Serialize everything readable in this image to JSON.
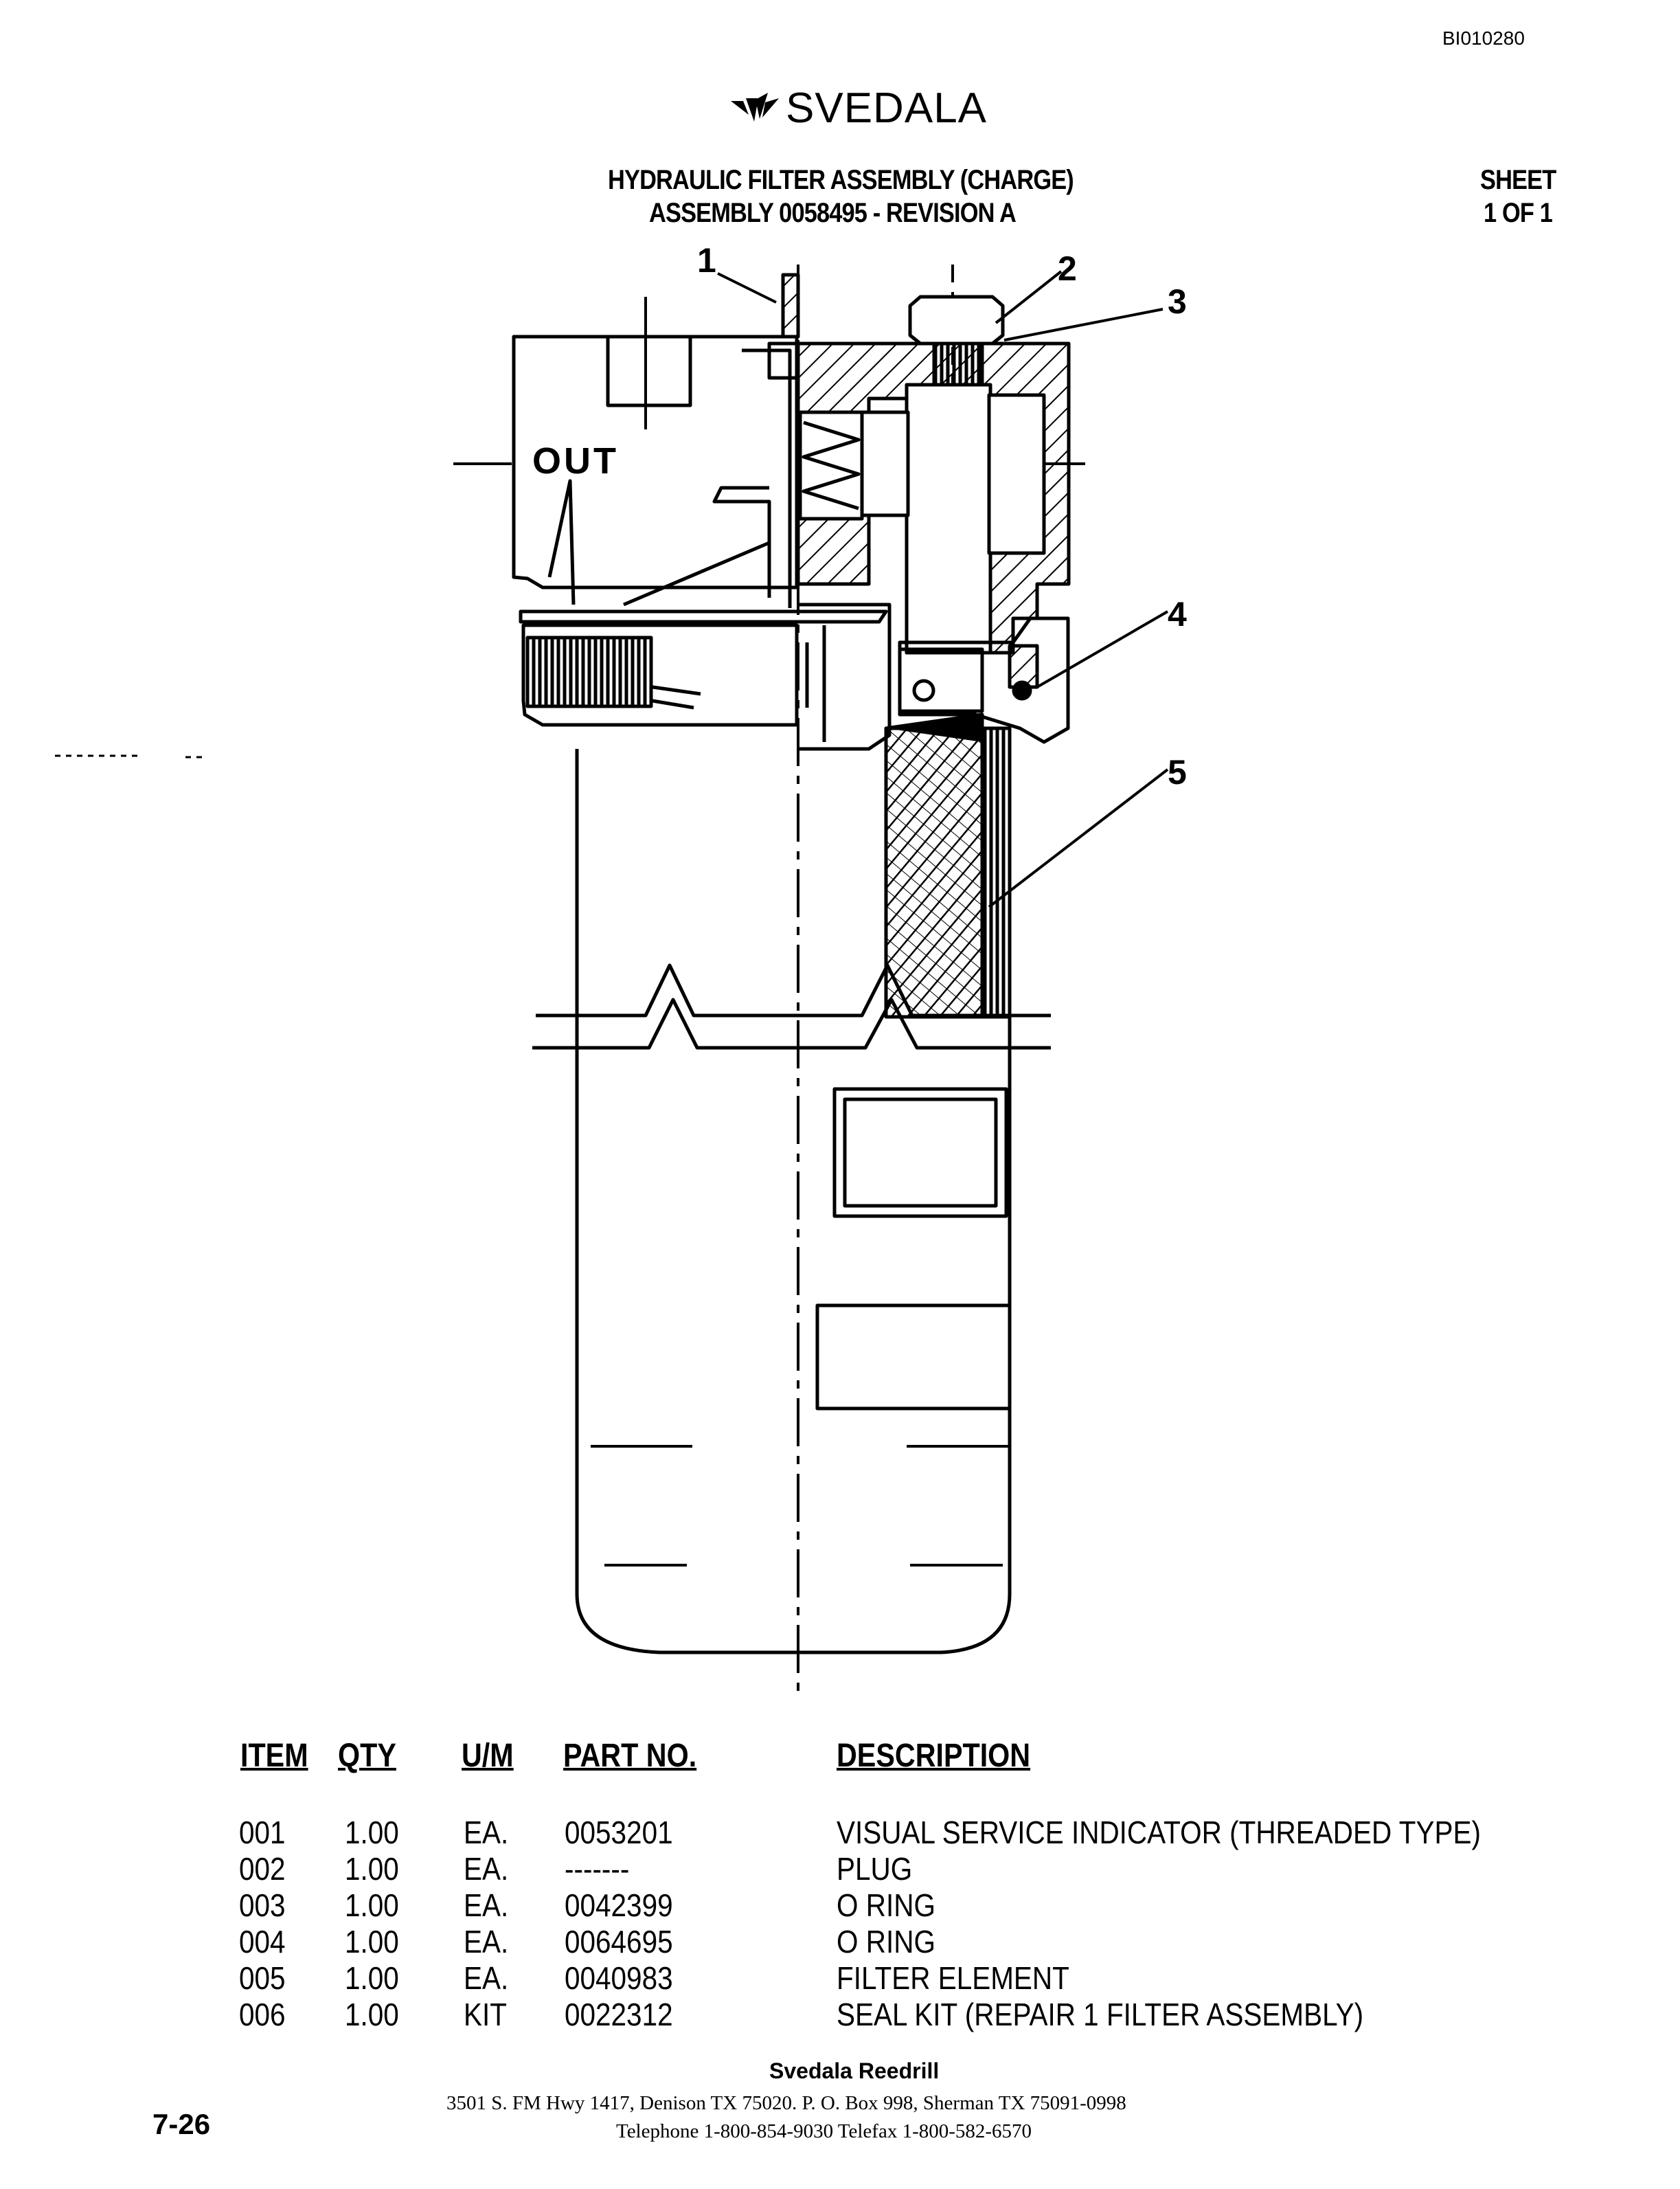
{
  "document_id": "BI010280",
  "brand": {
    "name": "SVEDALA",
    "logo_icon": "svedala-diamond-logo-icon"
  },
  "title": {
    "line1": "HYDRAULIC FILTER ASSEMBLY (CHARGE)",
    "line2": "ASSEMBLY 0058495 - REVISION A"
  },
  "sheet": {
    "label": "SHEET",
    "value": "1 OF 1"
  },
  "drawing": {
    "port_label": "OUT",
    "callouts": [
      "1",
      "2",
      "3",
      "4",
      "5"
    ]
  },
  "parts_table": {
    "headers": {
      "item": "ITEM",
      "qty": "QTY",
      "um": "U/M",
      "part_no": "PART NO.",
      "description": "DESCRIPTION"
    },
    "rows": [
      {
        "item": "001",
        "qty": "1.00",
        "um": "EA.",
        "part_no": "0053201",
        "description": "VISUAL SERVICE INDICATOR (THREADED TYPE)"
      },
      {
        "item": "002",
        "qty": "1.00",
        "um": "EA.",
        "part_no": "-------",
        "description": "PLUG"
      },
      {
        "item": "003",
        "qty": "1.00",
        "um": "EA.",
        "part_no": "0042399",
        "description": "O RING"
      },
      {
        "item": "004",
        "qty": "1.00",
        "um": "EA.",
        "part_no": "0064695",
        "description": "O RING"
      },
      {
        "item": "005",
        "qty": "1.00",
        "um": "EA.",
        "part_no": "0040983",
        "description": "FILTER ELEMENT"
      },
      {
        "item": "006",
        "qty": "1.00",
        "um": "KIT",
        "part_no": "0022312",
        "description": "SEAL KIT (REPAIR 1 FILTER ASSEMBLY)"
      }
    ]
  },
  "footer": {
    "page_number": "7-26",
    "company": "Svedala Reedrill",
    "address_line": "3501 S. FM Hwy 1417, Denison TX  75020.   P. O. Box 998, Sherman TX  75091-0998",
    "phone_line": "Telephone 1-800-854-9030 Telefax 1-800-582-6570"
  }
}
